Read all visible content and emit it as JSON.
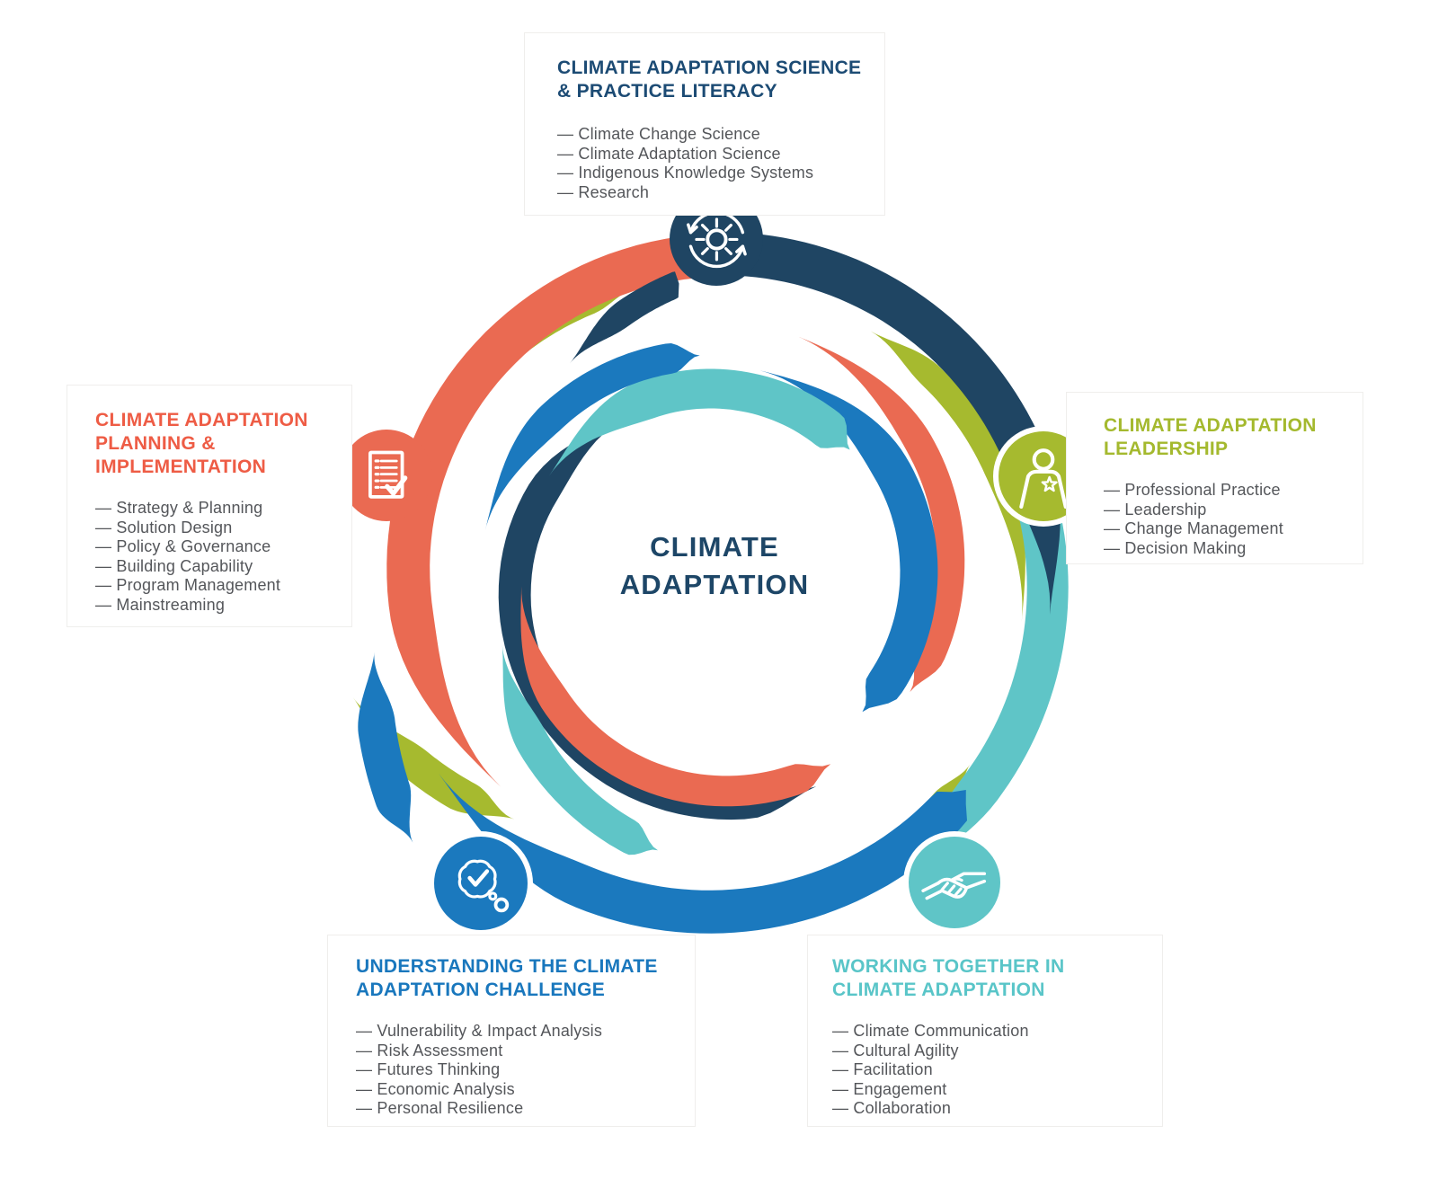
{
  "center_label": {
    "line1": "CLIMATE",
    "line2": "ADAPTATION"
  },
  "dash": "—",
  "colors": {
    "navy": "#1f4563",
    "orange": "#ea6a52",
    "olive": "#a6ba2f",
    "teal": "#5fc5c7",
    "blue": "#1b79be",
    "heading_navy": "#1c4b74",
    "heading_orange": "#ee5c45",
    "heading_olive": "#a4b92e",
    "heading_teal": "#59c5c8",
    "heading_blue": "#1977bd",
    "center_navy": "#1d4667",
    "list_text": "#54565a"
  },
  "sections": [
    {
      "id": "science",
      "title": "CLIMATE ADAPTATION SCIENCE\n& PRACTICE LITERACY",
      "color": "navy",
      "icon": "sun-cycle",
      "items": [
        "Climate Change Science",
        "Climate Adaptation Science",
        "Indigenous Knowledge Systems",
        "Research"
      ]
    },
    {
      "id": "leadership",
      "title": "CLIMATE ADAPTATION\nLEADERSHIP",
      "color": "olive",
      "icon": "person-star",
      "items": [
        "Professional Practice",
        "Leadership",
        "Change Management",
        "Decision Making"
      ]
    },
    {
      "id": "planning",
      "title": "CLIMATE ADAPTATION\nPLANNING &\nIMPLEMENTATION",
      "color": "orange",
      "icon": "checklist-document",
      "items": [
        "Strategy & Planning",
        "Solution Design",
        "Policy & Governance",
        "Building Capability",
        "Program Management",
        "Mainstreaming"
      ]
    },
    {
      "id": "understanding",
      "title": "UNDERSTANDING THE CLIMATE\nADAPTATION CHALLENGE",
      "color": "blue",
      "icon": "thought-check",
      "items": [
        "Vulnerability & Impact Analysis",
        "Risk Assessment",
        "Futures Thinking",
        "Economic Analysis",
        "Personal Resilience"
      ]
    },
    {
      "id": "working-together",
      "title": "WORKING TOGETHER IN\nCLIMATE ADAPTATION",
      "color": "teal",
      "icon": "handshake",
      "items": [
        "Climate Communication",
        "Cultural Agility",
        "Facilitation",
        "Engagement",
        "Collaboration"
      ]
    }
  ],
  "swirl": {
    "arcs": [
      {
        "c": "navy",
        "r1": 205,
        "r2": 256,
        "w": 36,
        "a1": 118,
        "a2": 296,
        "t1": 0.2,
        "t2": 0.1
      },
      {
        "c": "orange",
        "r1": 242,
        "r2": 216,
        "w": 34,
        "a1": -58,
        "a2": -178,
        "t1": 0.08,
        "t2": 0.3
      },
      {
        "c": "orange",
        "r1": 250,
        "r2": 286,
        "w": 32,
        "a1": -30,
        "a2": 72,
        "t1": 0.1,
        "t2": 0.38
      },
      {
        "c": "blue",
        "r1": 220,
        "r2": 238,
        "w": 42,
        "a1": -42,
        "a2": 78,
        "t1": 0.08,
        "t2": 0.38
      },
      {
        "c": "teal",
        "r1": 208,
        "r2": 218,
        "w": 44,
        "a1": 44,
        "a2": 148,
        "t1": 0.08,
        "t2": 0.36
      },
      {
        "c": "blue",
        "r1": 250,
        "r2": 262,
        "w": 34,
        "a1": 94,
        "a2": 168,
        "t1": 0.1,
        "t2": 0.45
      },
      {
        "c": "teal",
        "r1": 308,
        "r2": 248,
        "w": 38,
        "a1": -102,
        "a2": -163,
        "t1": 0.1,
        "t2": 0.4
      },
      {
        "c": "olive",
        "r1": 338,
        "r2": 350,
        "w": 30,
        "a1": 104,
        "a2": 157,
        "t1": 0.2,
        "t2": 0.48
      },
      {
        "c": "olive",
        "r1": 326,
        "r2": 344,
        "w": 28,
        "a1": 58,
        "a2": -8,
        "t1": 0.22,
        "t2": 0.45
      },
      {
        "c": "olive",
        "r1": 350,
        "r2": 362,
        "w": 26,
        "a1": -36,
        "a2": -66,
        "t1": 0.28,
        "t2": 0.48
      },
      {
        "c": "olive",
        "r1": 348,
        "r2": 424,
        "w": 40,
        "a1": -130,
        "a2": -162,
        "t1": 0.3,
        "t2": 0.4
      },
      {
        "c": "blue",
        "r1": 446,
        "r2": 388,
        "w": 44,
        "a1": -139,
        "a2": -168,
        "t1": 0.25,
        "t2": 0.4
      },
      {
        "c": "teal",
        "r1": 366,
        "r2": 380,
        "w": 46,
        "a1": 24,
        "a2": -70,
        "t1": 0.04,
        "t2": 0.34
      },
      {
        "c": "blue",
        "r1": 364,
        "r2": 376,
        "w": 48,
        "a1": -40,
        "a2": -145,
        "t1": 0.04,
        "t2": 0.3
      },
      {
        "c": "orange",
        "r1": 362,
        "r2": 332,
        "w": 48,
        "a1": 86,
        "a2": 224,
        "t1": 0.03,
        "t2": 0.28
      },
      {
        "c": "navy",
        "r1": 362,
        "r2": 374,
        "w": 48,
        "a1": 95,
        "a2": -6,
        "t1": 0.03,
        "t2": 0.24
      },
      {
        "c": "navy",
        "r1": 332,
        "r2": 290,
        "w": 30,
        "a1": 97,
        "a2": 124,
        "t1": 0.02,
        "t2": 0.55
      }
    ]
  }
}
